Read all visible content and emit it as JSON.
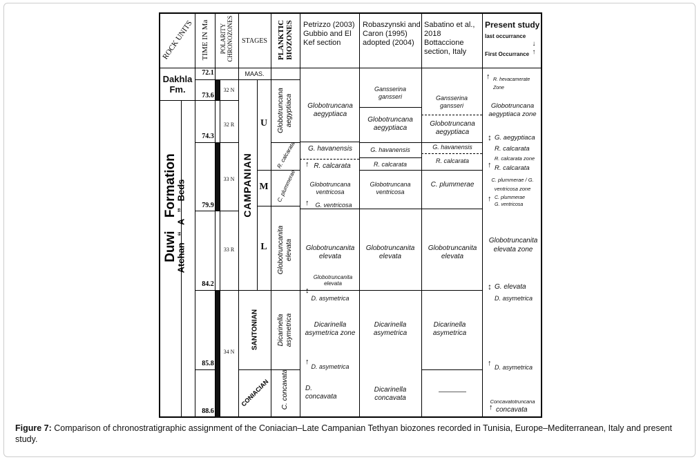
{
  "header": {
    "rock_units": "ROCK UNITS",
    "time": "TIME IN Ma",
    "polarity": "POLARITY CHRONOZONES",
    "stages": "STAGES",
    "biozones": "PLANKTIC BIOZONES",
    "petrizzo": "Petrizzo (2003) Gubbio and El Kef section",
    "robaszynski": "Robaszynski and Caron (1995) adopted (2004)",
    "sabatino": "Sabatino et al., 2018 Bottaccione section, Italy",
    "present": "Present study",
    "last_occ": "last occurrance",
    "first_occ": "First Occurrance"
  },
  "rock": {
    "dakhla": "Dakhla Fm.",
    "duwi": "Duwi Formation",
    "atchan": "Atchan “ A ” Beds"
  },
  "times": [
    "72.1",
    "73.6",
    "74.3",
    "79.9",
    "84.2",
    "85.8",
    "88.6"
  ],
  "polarity": [
    "32 N",
    "32 R",
    "33 N",
    "33 R",
    "34 N"
  ],
  "stages": {
    "maas": "MAAS.",
    "campanian": "CAMPANIAN",
    "u": "U",
    "m": "M",
    "l": "L",
    "santonian": "SANTONIAN",
    "coniacian": "CONIACIAN"
  },
  "biozones": [
    "Globotruncana aegyptiaca",
    "R. calcarata",
    "C. plummerae",
    "Globotruncanita elevata",
    "Dicarinella asymetrica",
    "C. concavata"
  ],
  "petrizzo": {
    "aeg": "Globotruncana aegyptiaca",
    "hav": "G. havanensis",
    "calc": "R. calcarata",
    "ventr": "Globotruncana ventricosa",
    "gventr": "G. ventricosa",
    "elev": "Globotruncanita elevata",
    "elev_small": "Globotruncanita elevata",
    "dasy1": "D. asymetrica",
    "asyzone": "Dicarinella asymetrica zone",
    "dasy2": "D. asymetrica",
    "conc": "D. concavata"
  },
  "robaszynski": {
    "gans": "Gansserina gansseri",
    "aeg": "Globotruncana aegyptiaca",
    "hav": "G. havanensis",
    "calc": "R. calcarata",
    "ventr": "Globotruncana ventricosa",
    "elev": "Globotruncanita elevata",
    "asy": "Dicarinella asymetrica",
    "conc": "Dicarinella concavata"
  },
  "sabatino": {
    "gans": "Gansserina gansseri",
    "aeg": "Globotruncana aegyptiaca",
    "hav": "G. havanensis",
    "calc": "R. calcarata",
    "plum": "C. plummerae",
    "elev": "Globotruncanita elevata",
    "asy": "Dicarinella asymetrica",
    "conc": "————"
  },
  "present": {
    "hev": "R. hevacamerate Zone",
    "aegzone": "Globotruncana aegyptiaca zone",
    "gaeg": "G. aegyptiaca",
    "rcalc1": "R. calcarata",
    "calczone": "R. calcarata zone",
    "rcalc2": "R. calcarata",
    "plumzone": "C. plummerae / G. ventricosa zone",
    "cplum": "C. plummerae",
    "gventr": "G. ventricosa",
    "elevzone": "Globotruncanita elevata zone",
    "gelev": "G. elevata",
    "dasy1": "D. asymetrica",
    "dasy2": "D. asymetrica",
    "concgen": "Concavatotruncana",
    "conc": "concavata"
  },
  "caption": {
    "label": "Figure 7:",
    "text": " Comparison of chronostratigraphic assignment of the Coniacian–Late Campanian Tethyan biozones recorded in Tunisia, Europe–Mediterranean, Italy and present study."
  }
}
